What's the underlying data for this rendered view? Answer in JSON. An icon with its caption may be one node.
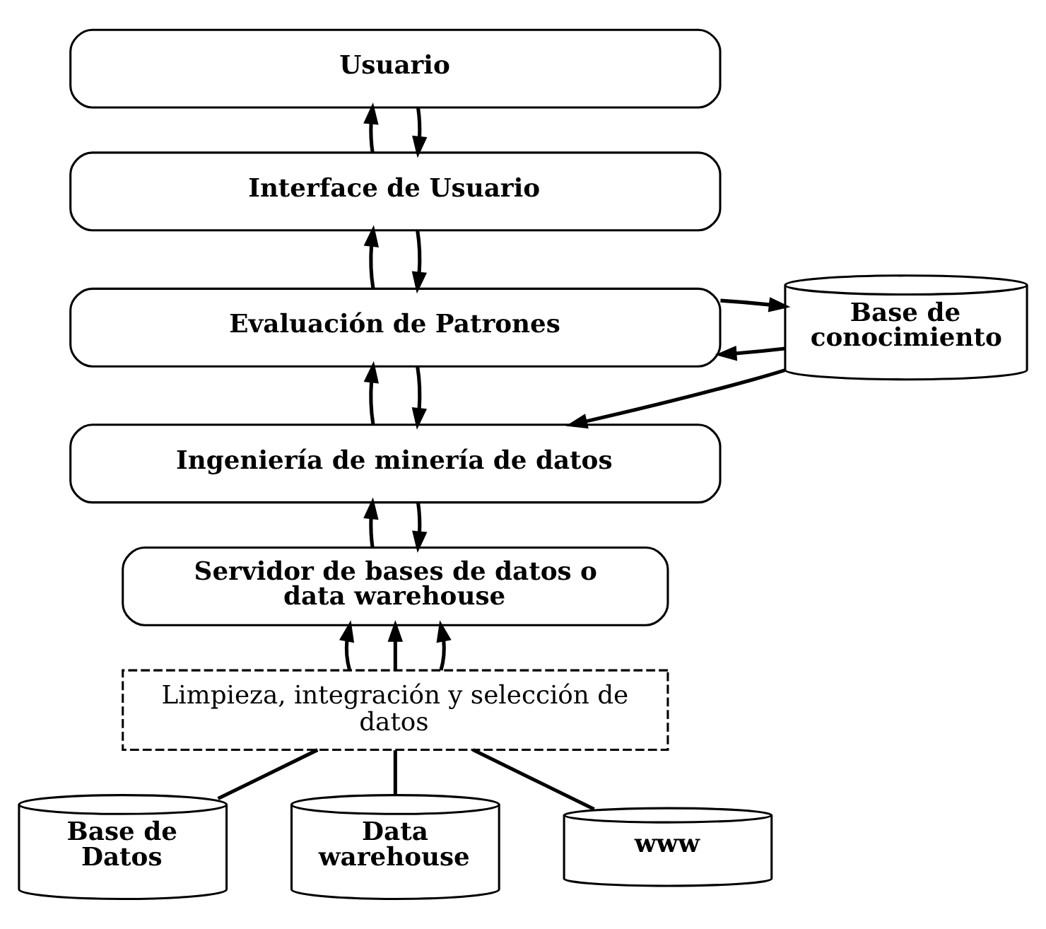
{
  "diagram": {
    "nodes": [
      {
        "text": [
          "Usuario"
        ]
      },
      {
        "text": [
          "Interface de Usuario"
        ]
      },
      {
        "text": [
          "Evaluación de Patrones"
        ]
      },
      {
        "text": [
          "Ingeniería de minería de datos"
        ]
      },
      {
        "text": [
          "Servidor de bases de datos o data warehouse"
        ]
      },
      {
        "text": [
          "Limpieza, integración y selección de datos"
        ]
      },
      {
        "text": [
          "Base de Datos"
        ]
      },
      {
        "text": [
          "Data warehouse"
        ]
      },
      {
        "text": [
          "www"
        ]
      },
      {
        "text": [
          "Base de conocimiento"
        ]
      }
    ],
    "edges": [
      {
        "from": 0,
        "to": 1,
        "arrow": "to"
      },
      {
        "from": 1,
        "to": 0,
        "arrow": "to"
      },
      {
        "from": 1,
        "to": 2,
        "arrow": "to"
      },
      {
        "from": 2,
        "to": 1,
        "arrow": "to"
      },
      {
        "from": 2,
        "to": 3,
        "arrow": "to"
      },
      {
        "from": 3,
        "to": 2,
        "arrow": "to"
      },
      {
        "from": 3,
        "to": 4,
        "arrow": "to"
      },
      {
        "from": 4,
        "to": 3,
        "arrow": "to"
      },
      {
        "from": 5,
        "to": 4,
        "arrow": "to"
      },
      {
        "from": 5,
        "to": 4,
        "arrow": "to"
      },
      {
        "from": 5,
        "to": 4,
        "arrow": "to"
      },
      {
        "from": 6,
        "to": 5,
        "arrow": "none"
      },
      {
        "from": 7,
        "to": 5,
        "arrow": "none"
      },
      {
        "from": 8,
        "to": 5,
        "arrow": "none"
      },
      {
        "from": 2,
        "to": 9,
        "arrow": "to"
      },
      {
        "from": 9,
        "to": 2,
        "arrow": "to"
      },
      {
        "from": 9,
        "to": 3,
        "arrow": "to"
      }
    ]
  }
}
